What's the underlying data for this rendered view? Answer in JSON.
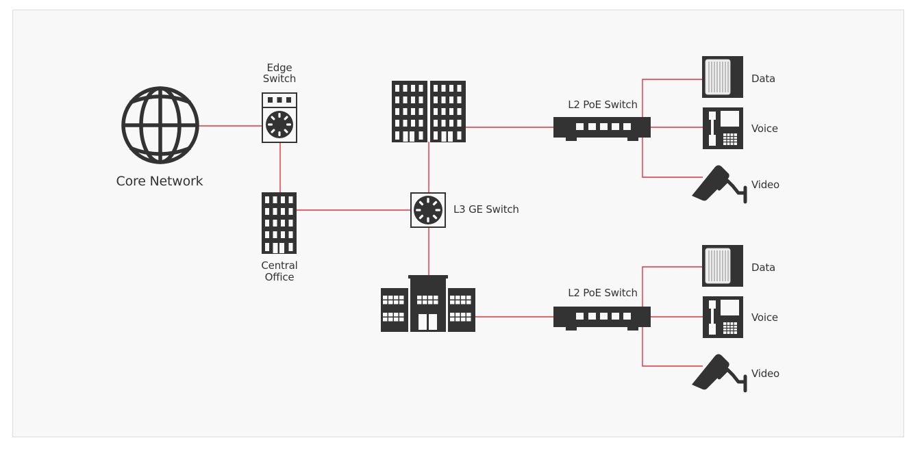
{
  "diagram": {
    "title": "",
    "colors": {
      "background": "#f8f8f8",
      "border": "#dcdcdc",
      "icon": "#333333",
      "link": "#e8303d",
      "text": "#333333"
    },
    "nodes": {
      "core_network": {
        "label": "Core Network",
        "icon": "globe-icon"
      },
      "edge_switch": {
        "label_line1": "Edge",
        "label_line2": "Switch",
        "icon": "edge-switch-icon"
      },
      "central_office": {
        "label_line1": "Central",
        "label_line2": "Office",
        "icon": "office-building-icon"
      },
      "office_towers": {
        "icon": "twin-tower-building-icon"
      },
      "l3_switch": {
        "label": "L3 GE Switch",
        "icon": "l3-switch-icon"
      },
      "campus": {
        "icon": "campus-building-icon"
      },
      "l2_switch_top": {
        "label": "L2 PoE Switch",
        "icon": "poe-switch-icon"
      },
      "l2_switch_bottom": {
        "label": "L2 PoE Switch",
        "icon": "poe-switch-icon"
      },
      "endpoints_top": [
        {
          "label": "Data",
          "icon": "server-icon"
        },
        {
          "label": "Voice",
          "icon": "ip-phone-icon"
        },
        {
          "label": "Video",
          "icon": "security-camera-icon"
        }
      ],
      "endpoints_bottom": [
        {
          "label": "Data",
          "icon": "server-icon"
        },
        {
          "label": "Voice",
          "icon": "ip-phone-icon"
        },
        {
          "label": "Video",
          "icon": "security-camera-icon"
        }
      ]
    },
    "links": [
      [
        "Core Network",
        "Edge Switch"
      ],
      [
        "Edge Switch",
        "Central Office"
      ],
      [
        "Central Office",
        "L3 GE Switch"
      ],
      [
        "L3 GE Switch",
        "Office Towers"
      ],
      [
        "L3 GE Switch",
        "Campus"
      ],
      [
        "Office Towers",
        "L2 PoE Switch (top)"
      ],
      [
        "Campus",
        "L2 PoE Switch (bottom)"
      ],
      [
        "L2 PoE Switch (top)",
        "Data"
      ],
      [
        "L2 PoE Switch (top)",
        "Voice"
      ],
      [
        "L2 PoE Switch (top)",
        "Video"
      ],
      [
        "L2 PoE Switch (bottom)",
        "Data"
      ],
      [
        "L2 PoE Switch (bottom)",
        "Voice"
      ],
      [
        "L2 PoE Switch (bottom)",
        "Video"
      ]
    ]
  }
}
